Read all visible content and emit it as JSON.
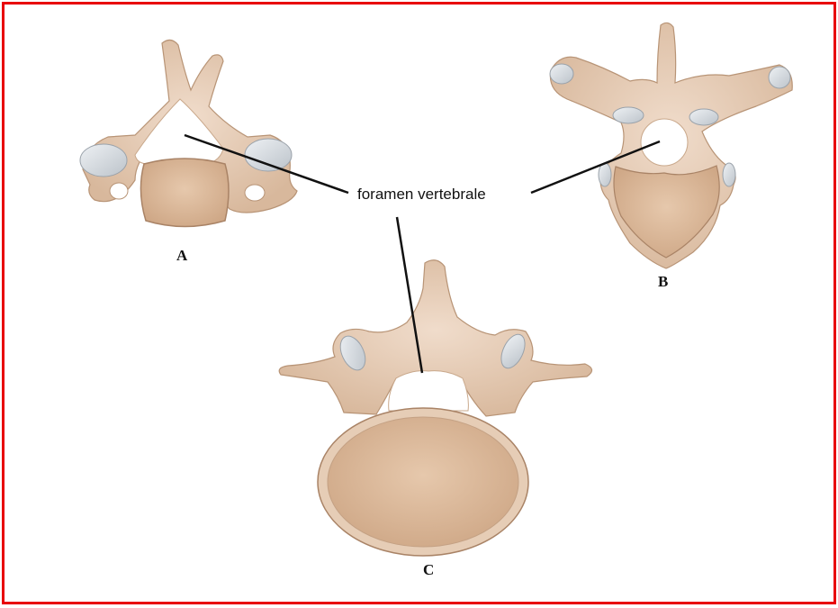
{
  "callout_label": "foramen vertebrale",
  "figure_labels": {
    "a": "A",
    "b": "B",
    "c": "C"
  },
  "colors": {
    "frame": "#e8000b",
    "bone": "#e8cdb4",
    "bone_dark": "#b89476",
    "body_fill": "#d9b597",
    "cartilage": "#d6dbe0",
    "leader_line": "#111111"
  }
}
